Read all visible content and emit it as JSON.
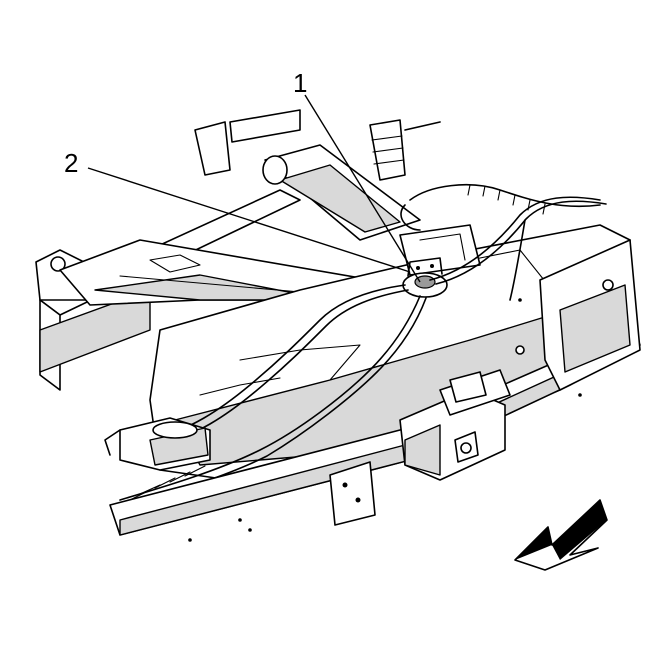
{
  "callouts": [
    {
      "id": "1",
      "label": "1"
    },
    {
      "id": "2",
      "label": "2"
    }
  ],
  "colors": {
    "line": "#000000",
    "background": "#ffffff",
    "shade": "#d9d9d9"
  },
  "icons": {
    "direction_arrow": "front-direction-arrow-icon"
  }
}
